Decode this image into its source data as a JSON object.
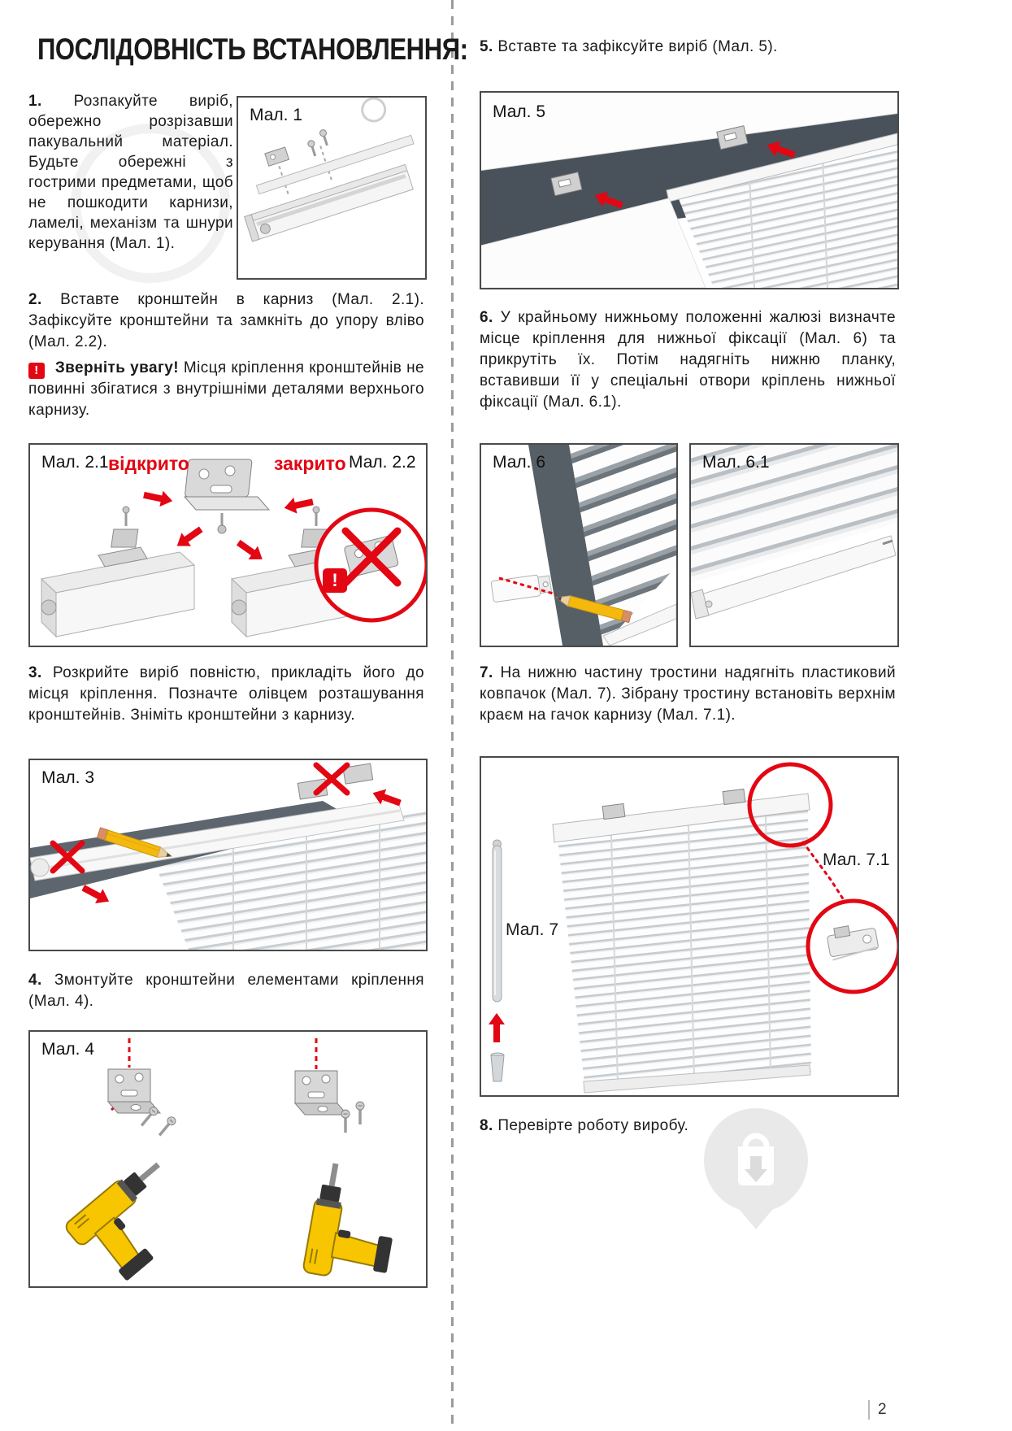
{
  "page": {
    "title": "ПОСЛІДОВНІСТЬ ВСТАНОВЛЕННЯ:",
    "page_number": "2"
  },
  "colors": {
    "accent_red": "#e30613"
  },
  "steps": {
    "s1": {
      "num": "1.",
      "text": "Розпакуйте виріб, обережно розрізавши пакувальний матеріал. Будьте обережні з гострими предметами, щоб не пошкодити карнизи, ламелі, механізм та шнури керування (Мал. 1)."
    },
    "s2": {
      "num": "2.",
      "text": "Вставте кронштейн в карниз (Мал. 2.1). Зафіксуйте кронштейни та замкніть до упору вліво (Мал. 2.2)."
    },
    "s3": {
      "num": "3.",
      "text": "Розкрийте виріб повністю, прикладіть його до місця кріплення. Позначте олівцем розташування кронштейнів. Зніміть кронштейни з карнизу."
    },
    "s4": {
      "num": "4.",
      "text": "Змонтуйте кронштейни елементами кріплення (Мал. 4)."
    },
    "s5": {
      "num": "5.",
      "text": "Вставте та зафіксуйте виріб (Мал. 5)."
    },
    "s6": {
      "num": "6.",
      "text": "У крайньому нижньому положенні жалюзі визначте місце кріплення для нижньої фіксації (Мал. 6) та прикрутіть їх. Потім надягніть нижню планку, вставивши її у спеціальні отвори кріплень нижньої фіксації (Мал. 6.1)."
    },
    "s7": {
      "num": "7.",
      "text": "На нижню частину тростини надягніть пластиковий ковпачок (Мал. 7). Зібрану тростину встановіть верхнім краєм на гачок карнизу (Мал. 7.1)."
    },
    "s8": {
      "num": "8.",
      "text": "Перевірте роботу виробу."
    }
  },
  "warning": {
    "badge": "!",
    "title": "Зверніть увагу!",
    "text": "Місця кріплення кронштейнів не повинні збігатися з внутрішніми деталями верхнього карнизу."
  },
  "figures": {
    "f1": "Мал. 1",
    "f21": "Мал. 2.1",
    "open_label": "відкрито",
    "closed_label": "закрито",
    "f22": "Мал. 2.2",
    "crossed_badge": "!",
    "f3": "Мал. 3",
    "f4": "Мал. 4",
    "f5": "Мал. 5",
    "f6": "Мал. 6",
    "f61": "Мал. 6.1",
    "f7": "Мал. 7",
    "f71": "Мал. 7.1"
  }
}
